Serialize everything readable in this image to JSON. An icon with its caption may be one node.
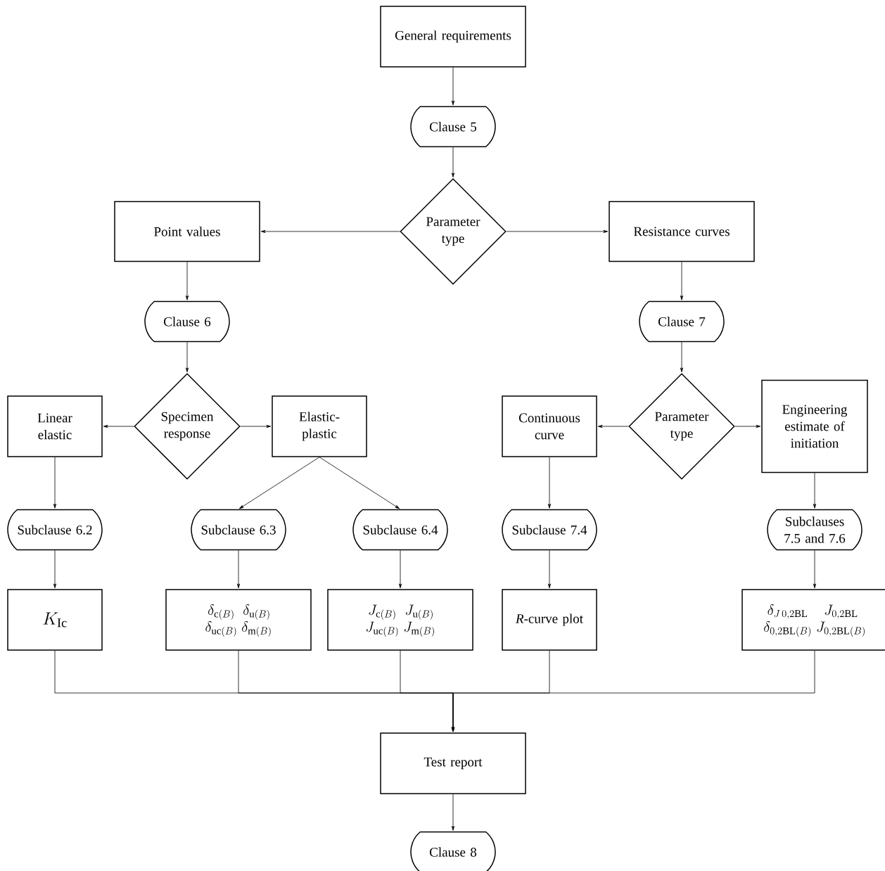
{
  "diagram": {
    "nodes": [
      {
        "text": [
          "General requirements"
        ]
      },
      {
        "text": [
          "Clause 5"
        ]
      },
      {
        "text": [
          "Parameter type"
        ]
      },
      {
        "text": [
          "Point values"
        ]
      },
      {
        "text": [
          "Resistance curves"
        ]
      },
      {
        "text": [
          "Clause 6"
        ]
      },
      {
        "text": [
          "Clause 7"
        ]
      },
      {
        "text": [
          "Specimen response"
        ]
      },
      {
        "text": [
          "Linear elastic"
        ]
      },
      {
        "text": [
          "Elastic-plastic"
        ]
      },
      {
        "text": [
          "Parameter type"
        ]
      },
      {
        "text": [
          "Continuous curve"
        ]
      },
      {
        "text": [
          "Engineering estimate of initiation"
        ]
      },
      {
        "text": [
          "Subclause 6.2"
        ]
      },
      {
        "text": [
          "Subclause 6.3"
        ]
      },
      {
        "text": [
          "Subclause 6.4"
        ]
      },
      {
        "text": [
          "Subclause 7.4"
        ]
      },
      {
        "text": [
          "Subclauses 7.5 and 7.6"
        ]
      },
      {
        "text": [
          "K_{\\mathrm{Ic}}"
        ]
      },
      {
        "text": [
          "\\delta_{\\mathrm{c}(B)}",
          "\\delta_{\\mathrm{u}(B)}",
          "\\delta_{\\mathrm{uc}(B)}",
          "\\delta_{\\mathrm{m}(B)}"
        ]
      },
      {
        "text": [
          "J_{\\mathrm{c}(B)}",
          "J_{\\mathrm{u}(B)}",
          "J_{\\mathrm{uc}(B)}",
          "J_{\\mathrm{m}(B)}"
        ]
      },
      {
        "text": [
          "*R*-curve plot"
        ]
      },
      {
        "text": [
          "\\delta_{J\\,0{,}2\\mathrm{BL}}",
          "J_{0{,}2\\mathrm{BL}}",
          "\\delta_{0{,}2\\mathrm{BL}(B)}",
          "J_{0{,}2\\mathrm{BL}(B)}"
        ]
      },
      {
        "text": [
          "Test report"
        ]
      },
      {
        "text": [
          "Clause 8"
        ]
      }
    ],
    "edges": [
      {
        "from": 0,
        "to": 1,
        "arrow": "to"
      },
      {
        "from": 1,
        "to": 2,
        "arrow": "to"
      },
      {
        "from": 2,
        "to": 3,
        "arrow": "to"
      },
      {
        "from": 2,
        "to": 4,
        "arrow": "to"
      },
      {
        "from": 3,
        "to": 5,
        "arrow": "to"
      },
      {
        "from": 4,
        "to": 6,
        "arrow": "to"
      },
      {
        "from": 5,
        "to": 7,
        "arrow": "to"
      },
      {
        "from": 6,
        "to": 10,
        "arrow": "to"
      },
      {
        "from": 7,
        "to": 8,
        "arrow": "to"
      },
      {
        "from": 7,
        "to": 9,
        "arrow": "to"
      },
      {
        "from": 10,
        "to": 11,
        "arrow": "to"
      },
      {
        "from": 10,
        "to": 12,
        "arrow": "to"
      },
      {
        "from": 8,
        "to": 13,
        "arrow": "to"
      },
      {
        "from": 9,
        "to": 14,
        "arrow": "to"
      },
      {
        "from": 9,
        "to": 15,
        "arrow": "to"
      },
      {
        "from": 11,
        "to": 16,
        "arrow": "to"
      },
      {
        "from": 12,
        "to": 17,
        "arrow": "to"
      },
      {
        "from": 13,
        "to": 18,
        "arrow": "to"
      },
      {
        "from": 14,
        "to": 19,
        "arrow": "to"
      },
      {
        "from": 15,
        "to": 20,
        "arrow": "to"
      },
      {
        "from": 16,
        "to": 21,
        "arrow": "to"
      },
      {
        "from": 17,
        "to": 22,
        "arrow": "to"
      },
      {
        "from": 18,
        "to": 23,
        "arrow": "to"
      },
      {
        "from": 19,
        "to": 23,
        "arrow": "to"
      },
      {
        "from": 20,
        "to": 23,
        "arrow": "to"
      },
      {
        "from": 21,
        "to": 23,
        "arrow": "to"
      },
      {
        "from": 22,
        "to": 23,
        "arrow": "to"
      },
      {
        "from": 23,
        "to": 24,
        "arrow": "to"
      }
    ]
  }
}
